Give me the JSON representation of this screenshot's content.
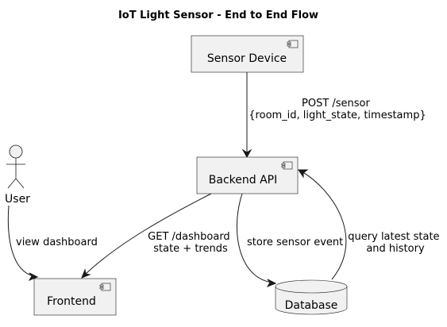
{
  "title": "IoT Light Sensor - End to End Flow",
  "actors": {
    "user": {
      "label": "User"
    }
  },
  "components": {
    "sensor_device": {
      "label": "Sensor Device"
    },
    "backend_api": {
      "label": "Backend API"
    },
    "frontend": {
      "label": "Frontend"
    }
  },
  "databases": {
    "database": {
      "label": "Database"
    }
  },
  "edges": {
    "sensor_to_backend": {
      "line1": "POST /sensor",
      "line2": "{room_id, light_state, timestamp}"
    },
    "user_to_frontend": {
      "line1": "view dashboard"
    },
    "backend_to_frontend": {
      "line1": "GET /dashboard",
      "line2": "state + trends"
    },
    "backend_to_database": {
      "line1": "store sensor event"
    },
    "database_to_backend": {
      "line1": "query latest state",
      "line2": "and history"
    }
  },
  "colors": {
    "node_fill": "#f1f1f1",
    "stroke": "#181818",
    "background": "#ffffff"
  }
}
